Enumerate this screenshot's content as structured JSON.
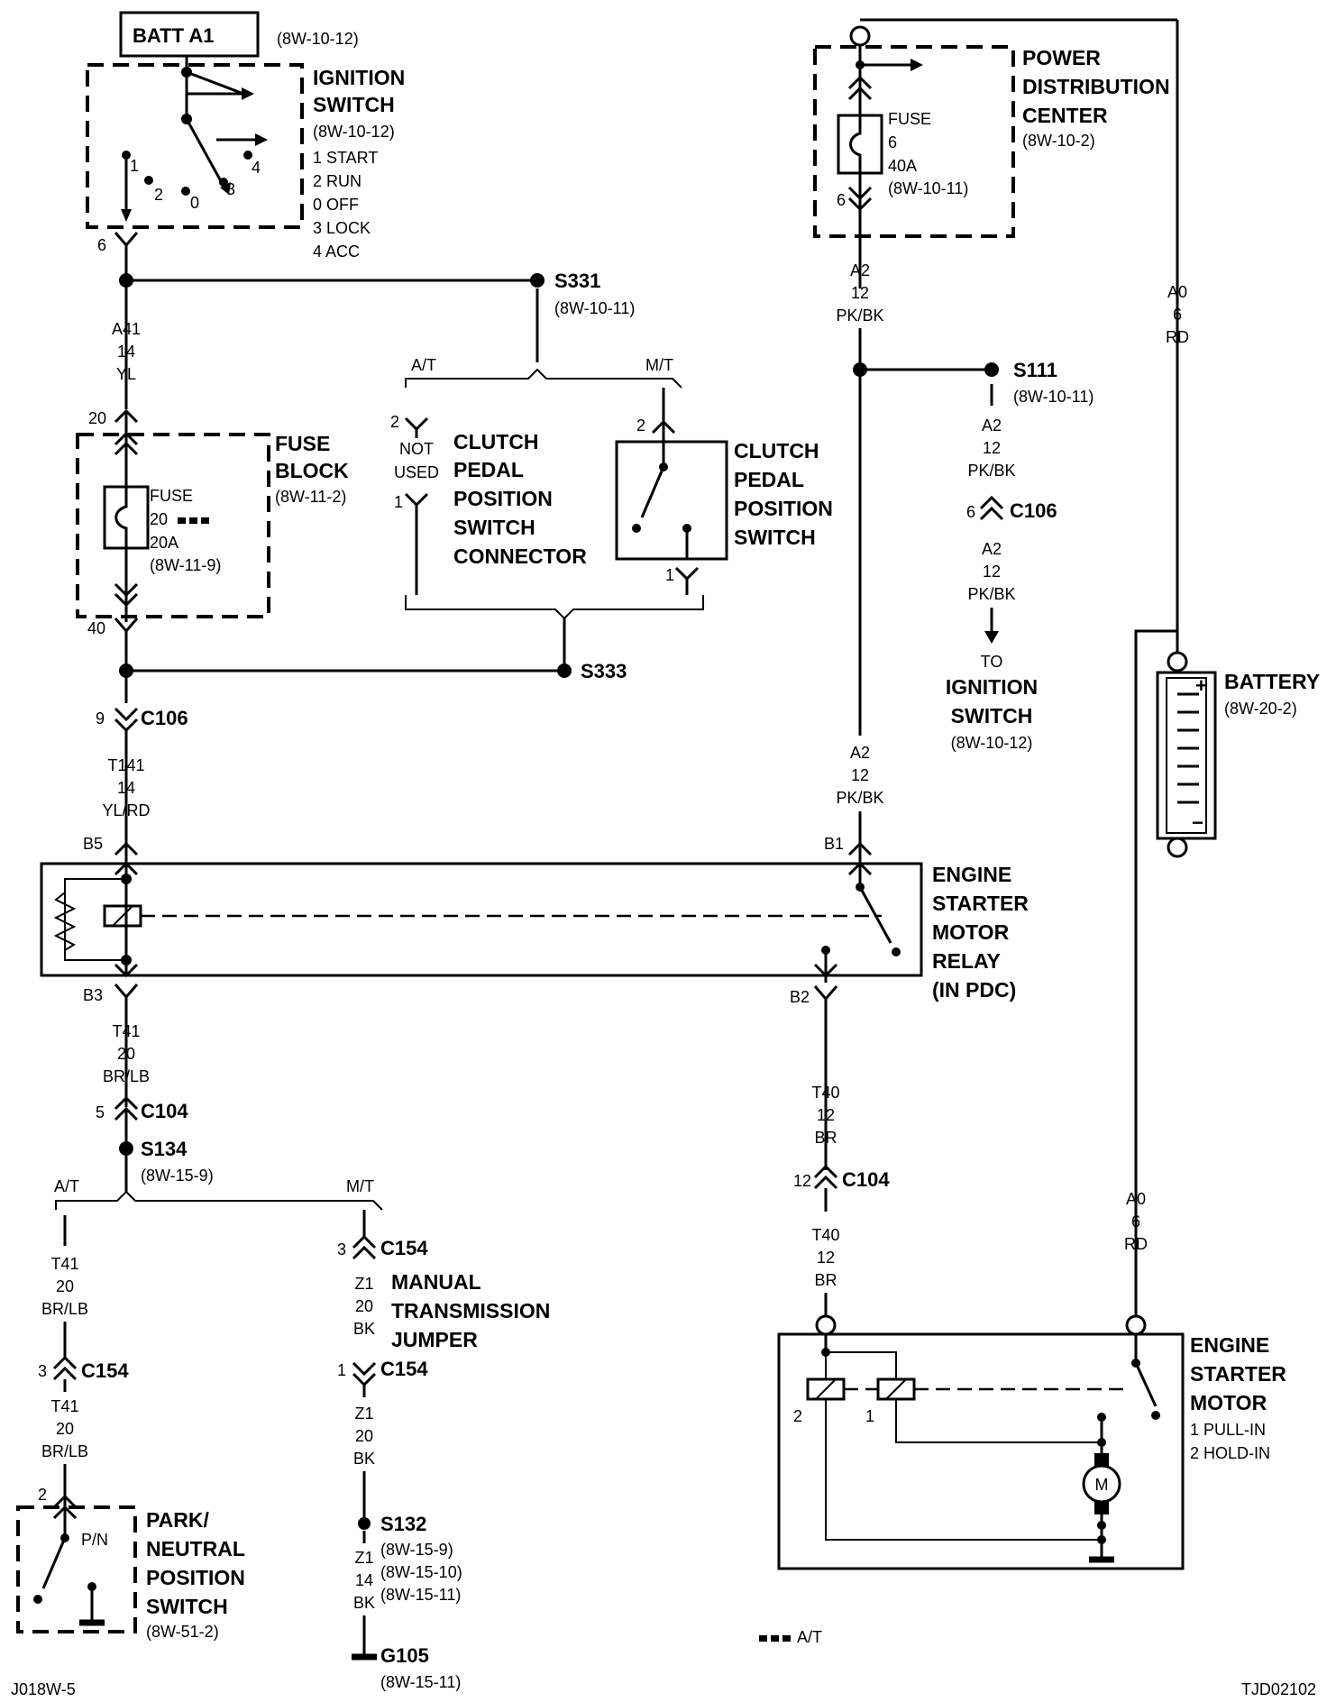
{
  "batt_a1": "BATT A1",
  "refs": {
    "r_8w_10_12": "(8W-10-12)",
    "r_8w_10_11": "(8W-10-11)",
    "r_8w_10_2": "(8W-10-2)",
    "r_8w_11_2": "(8W-11-2)",
    "r_8w_11_9": "(8W-11-9)",
    "r_8w_15_9": "(8W-15-9)",
    "r_8w_15_10": "(8W-15-10)",
    "r_8w_15_11": "(8W-15-11)",
    "r_8w_20_2": "(8W-20-2)",
    "r_8w_51_2": "(8W-51-2)"
  },
  "ignition_switch": {
    "title1": "IGNITION",
    "title2": "SWITCH",
    "positions": [
      "1 START",
      "2 RUN",
      "0 OFF",
      "3 LOCK",
      "4 ACC"
    ],
    "pos_marks": [
      "1",
      "2",
      "0",
      "3",
      "4"
    ]
  },
  "pdc": {
    "title1": "POWER",
    "title2": "DISTRIBUTION",
    "title3": "CENTER",
    "fuse": "FUSE",
    "fuse_no": "6",
    "fuse_amp": "40A"
  },
  "fuse_block": {
    "title1": "FUSE",
    "title2": "BLOCK",
    "fuse": "FUSE",
    "fuse_no": "20",
    "fuse_amp": "20A"
  },
  "clutch_conn": {
    "l1": "CLUTCH",
    "l2": "PEDAL",
    "l3": "POSITION",
    "l4": "SWITCH",
    "l5": "CONNECTOR",
    "not_used1": "NOT",
    "not_used2": "USED"
  },
  "clutch_switch": {
    "l1": "CLUTCH",
    "l2": "PEDAL",
    "l3": "POSITION",
    "l4": "SWITCH"
  },
  "relay": {
    "l1": "ENGINE",
    "l2": "STARTER",
    "l3": "MOTOR",
    "l4": "RELAY",
    "l5": "(IN PDC)",
    "pins": {
      "b5": "B5",
      "b3": "B3",
      "b1": "B1",
      "b2": "B2"
    }
  },
  "starter_motor": {
    "l1": "ENGINE",
    "l2": "STARTER",
    "l3": "MOTOR",
    "legend1": "1 PULL-IN",
    "legend2": "2 HOLD-IN",
    "coil1": "1",
    "coil2": "2",
    "motor_symbol": "M"
  },
  "battery": {
    "title": "BATTERY",
    "plus": "+",
    "minus": "−"
  },
  "to_ignition": {
    "to": "TO",
    "l1": "IGNITION",
    "l2": "SWITCH"
  },
  "mtj": {
    "l1": "MANUAL",
    "l2": "TRANSMISSION",
    "l3": "JUMPER"
  },
  "park_neutral": {
    "l1": "PARK/",
    "l2": "NEUTRAL",
    "l3": "POSITION",
    "l4": "SWITCH",
    "pn": "P/N"
  },
  "splices": {
    "s331": "S331",
    "s333": "S333",
    "s111": "S111",
    "s134": "S134",
    "s132": "S132",
    "g105": "G105"
  },
  "connectors": {
    "c106": "C106",
    "c104": "C104",
    "c154": "C154"
  },
  "branch": {
    "at": "A/T",
    "mt": "M/T"
  },
  "pins": {
    "p1": "1",
    "p2": "2",
    "p3": "3",
    "p5": "5",
    "p6": "6",
    "p9": "9",
    "p12": "12",
    "p20": "20",
    "p40": "40"
  },
  "wires": {
    "a41": [
      "A41",
      "14",
      "YL"
    ],
    "t141": [
      "T141",
      "14",
      "YL/RD"
    ],
    "t41": [
      "T41",
      "20",
      "BR/LB"
    ],
    "t40": [
      "T40",
      "12",
      "BR"
    ],
    "a2": [
      "A2",
      "12",
      "PK/BK"
    ],
    "a0": [
      "A0",
      "6",
      "RD"
    ],
    "z1_20": [
      "Z1",
      "20",
      "BK"
    ],
    "z1_14": [
      "Z1",
      "14",
      "BK"
    ]
  },
  "legend_at": "A/T",
  "footer": {
    "left": "J018W-5",
    "right": "TJD02102"
  }
}
